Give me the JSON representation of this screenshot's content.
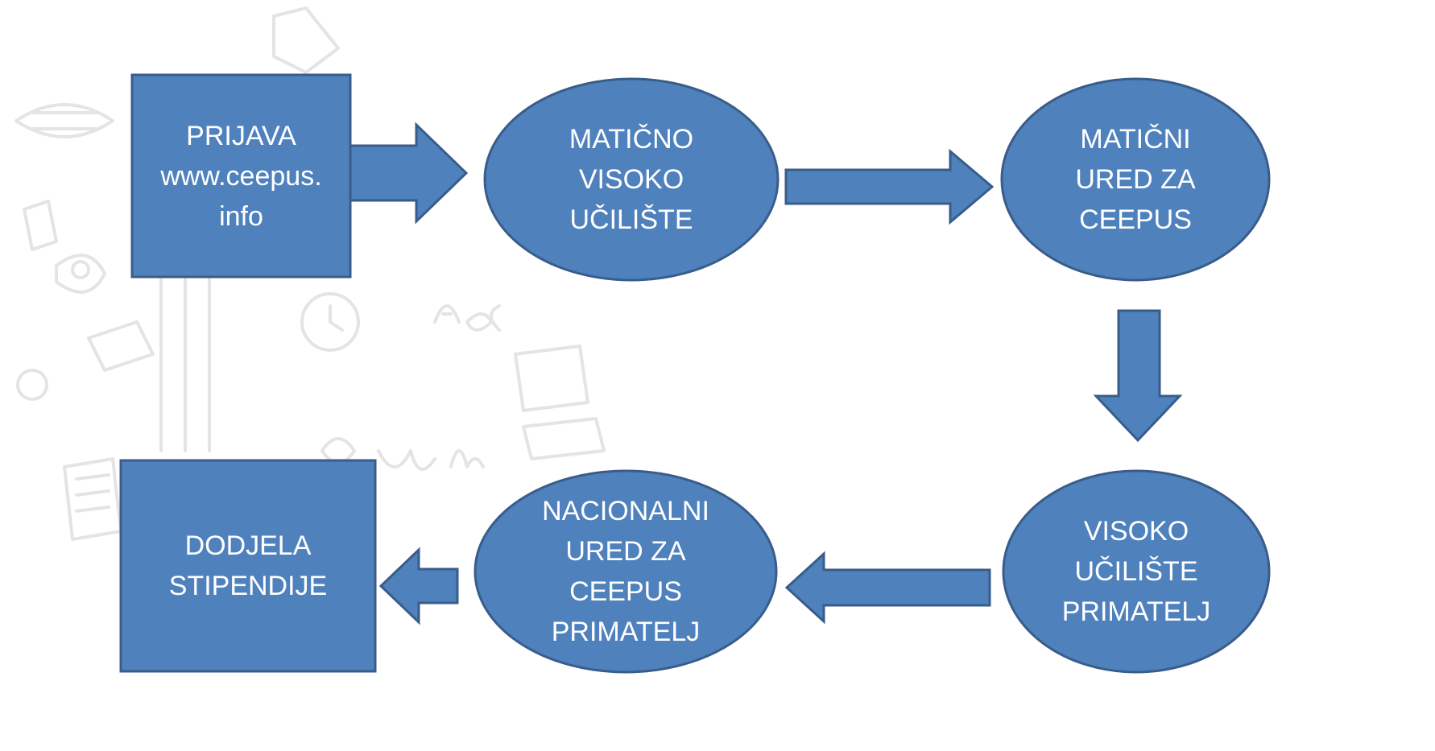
{
  "colors": {
    "fill": "#4F81BD",
    "stroke": "#385D8A",
    "text": "#FFFFFF",
    "watermark": "#E6E6E6"
  },
  "watermark_icon": "school-doodle-watermark",
  "nodes": {
    "prijava": {
      "shape": "rectangle",
      "lines": [
        "PRIJAVA",
        "www.ceepus.",
        "info"
      ]
    },
    "maticno_visoko_uciliste": {
      "shape": "ellipse",
      "lines": [
        "MATIČNO",
        "VISOKO",
        "UČILIŠTE"
      ]
    },
    "maticni_ured": {
      "shape": "ellipse",
      "lines": [
        "MATIČNI",
        "URED ZA",
        "CEEPUS"
      ]
    },
    "visoko_uciliste_primatelj": {
      "shape": "ellipse",
      "lines": [
        "VISOKO",
        "UČILIŠTE",
        "PRIMATELJ"
      ]
    },
    "nacionalni_ured": {
      "shape": "ellipse",
      "lines": [
        "NACIONALNI",
        "URED ZA",
        "CEEPUS",
        "PRIMATELJ"
      ]
    },
    "dodjela": {
      "shape": "rectangle",
      "lines": [
        "DODJELA",
        "STIPENDIJE"
      ]
    }
  },
  "arrows": [
    {
      "from": "prijava",
      "to": "maticno_visoko_uciliste",
      "direction": "right"
    },
    {
      "from": "maticno_visoko_uciliste",
      "to": "maticni_ured",
      "direction": "right"
    },
    {
      "from": "maticni_ured",
      "to": "visoko_uciliste_primatelj",
      "direction": "down"
    },
    {
      "from": "visoko_uciliste_primatelj",
      "to": "nacionalni_ured",
      "direction": "left"
    },
    {
      "from": "nacionalni_ured",
      "to": "dodjela",
      "direction": "left"
    }
  ]
}
